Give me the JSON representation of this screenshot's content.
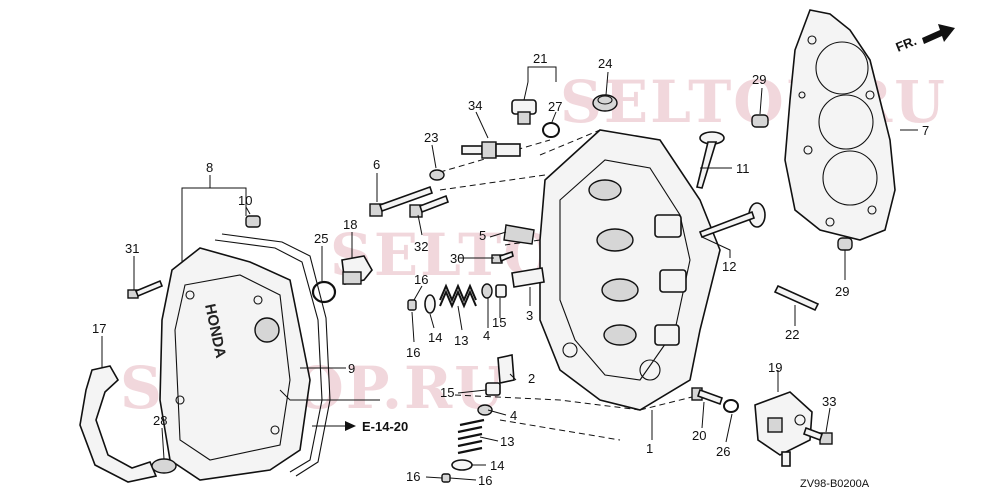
{
  "callouts": {
    "c1": "1",
    "c2": "2",
    "c3": "3",
    "c4a": "4",
    "c4b": "4",
    "c5": "5",
    "c6": "6",
    "c7": "7",
    "c8": "8",
    "c9": "9",
    "c10": "10",
    "c11": "11",
    "c12": "12",
    "c13a": "13",
    "c13b": "13",
    "c14a": "14",
    "c14b": "14",
    "c15a": "15",
    "c15b": "15",
    "c16a": "16",
    "c16b": "16",
    "c16c": "16",
    "c16d": "16",
    "c17": "17",
    "c18": "18",
    "c19": "19",
    "c20": "20",
    "c21": "21",
    "c22": "22",
    "c23": "23",
    "c24": "24",
    "c25": "25",
    "c26": "26",
    "c27": "27",
    "c28": "28",
    "c29a": "29",
    "c29b": "29",
    "c30": "30",
    "c31": "31",
    "c32": "32",
    "c33": "33",
    "c34": "34"
  },
  "reference": "E-14-20",
  "direction_label": "FR.",
  "diagram_code": "ZV98-B0200A",
  "brand_mark": "HONDA",
  "watermark": "SELTOP.RU"
}
